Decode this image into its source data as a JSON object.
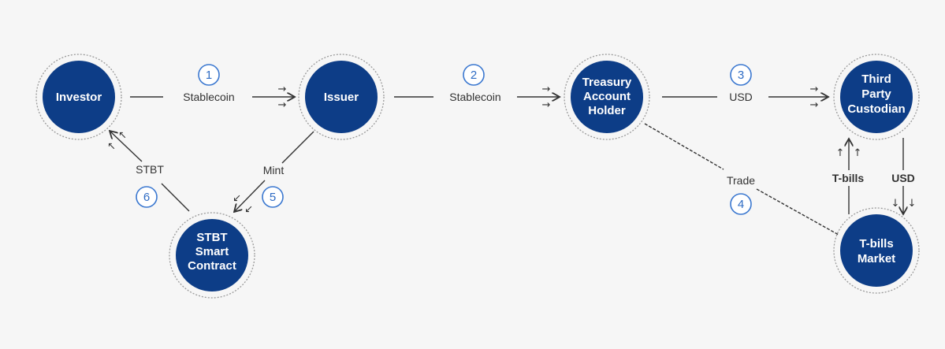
{
  "nodes": {
    "investor": [
      "Investor"
    ],
    "issuer": [
      "Issuer"
    ],
    "treasury": [
      "Treasury",
      "Account",
      "Holder"
    ],
    "custodian": [
      "Third",
      "Party",
      "Custodian"
    ],
    "stbt": [
      "STBT",
      "Smart",
      "Contract"
    ],
    "market": [
      "T-bills",
      "Market"
    ]
  },
  "edges": {
    "e1": {
      "label": "Stablecoin",
      "step": "1"
    },
    "e2": {
      "label": "Stablecoin",
      "step": "2"
    },
    "e3": {
      "label": "USD",
      "step": "3"
    },
    "e4": {
      "label": "Trade",
      "step": "4"
    },
    "e5": {
      "label": "Mint",
      "step": "5"
    },
    "e6": {
      "label": "STBT",
      "step": "6"
    },
    "tbills": {
      "label": "T-bills"
    },
    "usd_down": {
      "label": "USD"
    }
  },
  "colors": {
    "node": "#0d3d87",
    "badge": "#3b78d0"
  }
}
